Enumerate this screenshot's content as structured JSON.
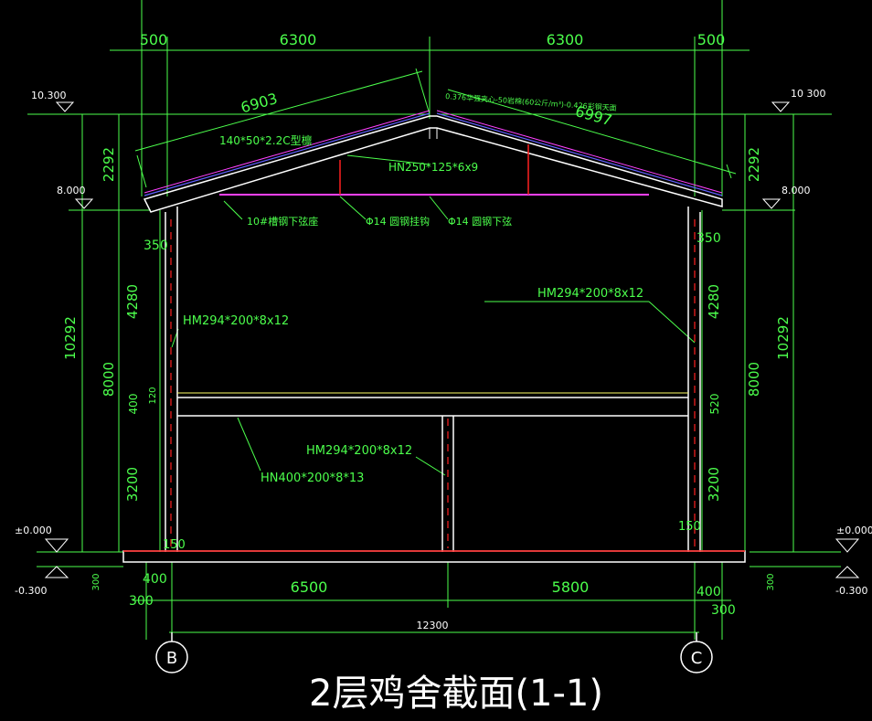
{
  "dims_top": [
    "500",
    "6300",
    "6300",
    "500"
  ],
  "slopes": {
    "left": "6903",
    "right": "6997"
  },
  "elev": {
    "roof_left": "10.300",
    "roof_right": "10 300",
    "eave_left": "8.000",
    "eave_right": "8.000",
    "ground_left": "±0.000",
    "ground_right": "±0.000",
    "below_left": "-0.300",
    "below_right": "-0.300"
  },
  "roof_note": "0.376华强夹心-50岩棉(60公斤/m³)-0.426彩钢天面",
  "members": {
    "purlin": "140*50*2.2C型檩",
    "rafter": "HN250*125*6x9",
    "channel": "10#槽钢下弦座",
    "hook": "Φ14 圆钢挂钩",
    "tie": "Φ14 圆钢下弦",
    "col_right": "HM294*200*8x12",
    "col_left": "HM294*200*8x12",
    "mid_col": "HM294*200*8x12",
    "beam": "HN400*200*8*13"
  },
  "dims_left": {
    "total": "10292",
    "roof": "2292",
    "upper": "4280",
    "floor_h": "8000",
    "d400": "400",
    "d120": "120",
    "lower": "3200",
    "d350": "350",
    "d150": "150",
    "d300": "300"
  },
  "dims_right": {
    "total": "10292",
    "roof": "2292",
    "upper": "4280",
    "floor_h": "8000",
    "d520": "520",
    "lower": "3200",
    "d350": "350",
    "d150": "150",
    "d300": "300"
  },
  "dims_bottom": {
    "left400": "400",
    "left300": "300",
    "span1": "6500",
    "span2": "5800",
    "right400": "400",
    "right300": "300",
    "total": "12300"
  },
  "axes": {
    "left": "B",
    "right": "C"
  },
  "title": "2层鸡舍截面(1-1)"
}
